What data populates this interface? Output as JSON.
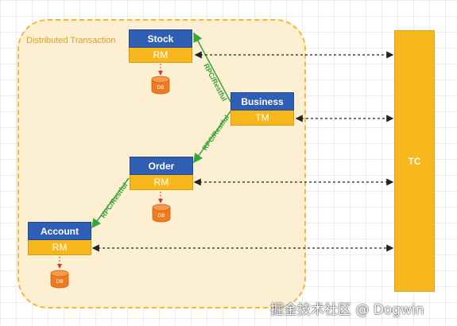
{
  "region": {
    "title": "Distributed Transaction"
  },
  "services": {
    "stock": {
      "name": "Stock",
      "role": "RM"
    },
    "business": {
      "name": "Business",
      "role": "TM"
    },
    "order": {
      "name": "Order",
      "role": "RM"
    },
    "account": {
      "name": "Account",
      "role": "RM"
    }
  },
  "coordinator": {
    "label": "TC"
  },
  "databases": {
    "label": "DB"
  },
  "links": {
    "rpc_label": "RPC/Restful"
  },
  "watermark": {
    "text": "掘金技术社区 @ Dogwin"
  },
  "colors": {
    "service_header": "#2f5eb5",
    "role_bar": "#f7b81e",
    "db": "#f07a1e",
    "rpc_arrow": "#3aa33a",
    "region_fill": "#fcefd2",
    "region_border": "#f2b935"
  }
}
